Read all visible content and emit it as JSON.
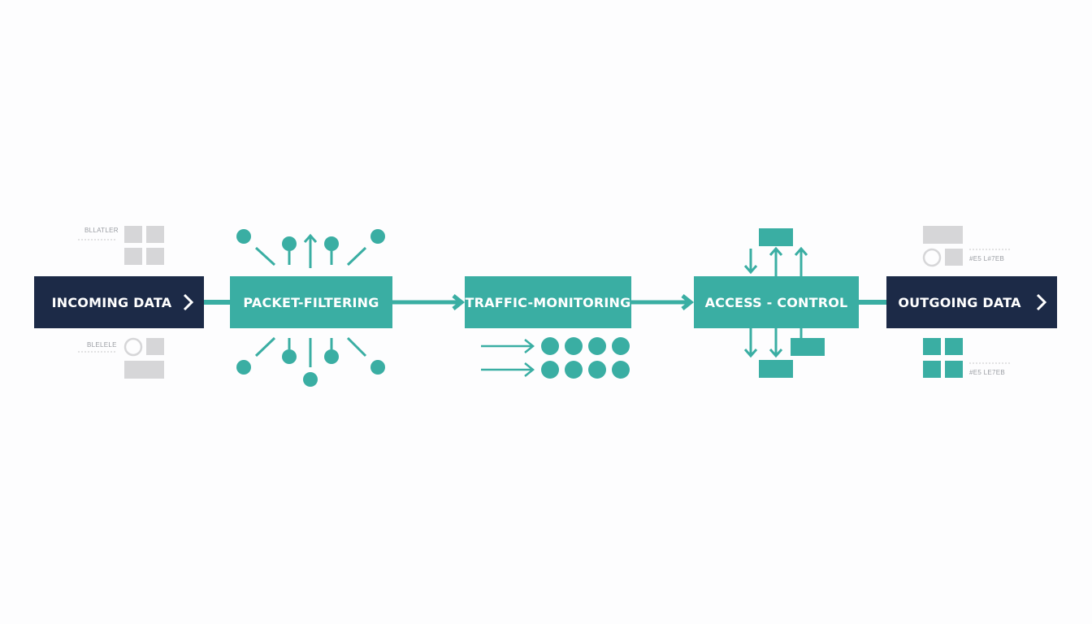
{
  "colors": {
    "navy": "#1c2a47",
    "teal": "#3aaea3",
    "gray": "#d6d6d8"
  },
  "stages": [
    {
      "id": "incoming",
      "label": "INCOMING DATA",
      "style": "navy"
    },
    {
      "id": "packet",
      "label": "PACKET-FILTERING",
      "style": "teal"
    },
    {
      "id": "traffic",
      "label": "TRAFFIC-MONITORING",
      "style": "teal"
    },
    {
      "id": "access",
      "label": "ACCESS - CONTROL",
      "style": "teal"
    },
    {
      "id": "outgoing",
      "label": "OUTGOING DATA",
      "style": "navy"
    }
  ],
  "small_labels": {
    "left_top": "BLLATLER",
    "left_bottom": "BLELELE",
    "right_top": "#E5 L#7EB",
    "right_bottom": "#E5 LE7EB"
  }
}
